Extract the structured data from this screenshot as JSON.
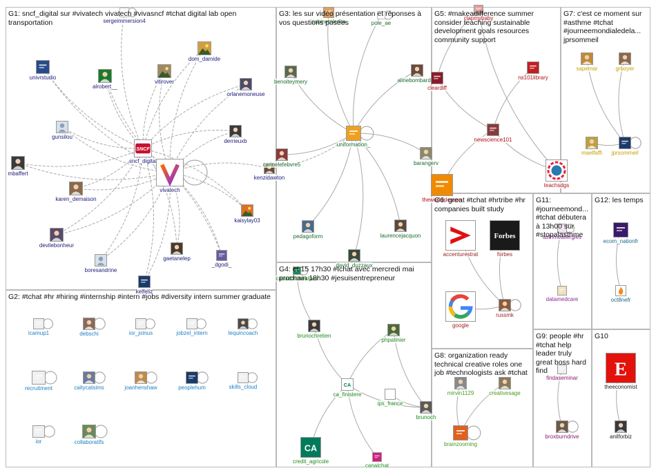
{
  "groups": [
    {
      "id": "G1",
      "title": "G1: sncf_digital sur #vivatech vivatech #vivasncf #tchat digital lab open transportation",
      "color": "#1a1a7a"
    },
    {
      "id": "G2",
      "title": "G2: #tchat #hr #hiring #internship #intern #jobs #diversity intern summer graduate",
      "color": "#1e7fc4"
    },
    {
      "id": "G3",
      "title": "G3: les sur vidéo présentation et réponses à vos questions posées",
      "color": "#1a6b2a"
    },
    {
      "id": "G4",
      "title": "G4: et 15 17h30 #tchat avec mercredi mai prochain 18h30 #jesuisentrepreneur",
      "color": "#1f8a1f"
    },
    {
      "id": "G5",
      "title": "G5: #makeadifference summer consider teaching sustainable development goals resources community support",
      "color": "#b0101a"
    },
    {
      "id": "G6",
      "title": "G6: great #tchat #hrtribe #hr companies built study",
      "color": "#9a1c1c"
    },
    {
      "id": "G7",
      "title": "G7: c'est ce moment sur #asthme #tchat #journeemondialedela... jprsommeil",
      "color": "#c7a000"
    },
    {
      "id": "G8",
      "title": "G8: organization ready technical creative roles one job #technologists ask #tchat",
      "color": "#4a9a1a"
    },
    {
      "id": "G9",
      "title": "G9: people #hr #tchat help leader truly great boss hard find",
      "color": "#8a1a6a"
    },
    {
      "id": "G10",
      "title": "G10",
      "color": "#222222"
    },
    {
      "id": "G11",
      "title": "G11: #journeemond... #tchat débutera à 13h00 sur #stopalasthme",
      "color": "#8a2a9a"
    },
    {
      "id": "G12",
      "title": "G12: les temps",
      "color": "#1a6a8a"
    }
  ],
  "nodes": [
    {
      "id": "sergeimmersion4",
      "label": "sergeimmersion4",
      "group": "G1",
      "icon": "ring-icon",
      "color": "#7a8aa0"
    },
    {
      "id": "univrstudio",
      "label": "univrstudio",
      "group": "G1",
      "icon": "logo-icon",
      "color": "#2a4a8a"
    },
    {
      "id": "alrobert__",
      "label": "alrobert__",
      "group": "G1",
      "icon": "person-icon",
      "color": "#1a7a2a"
    },
    {
      "id": "vitirover",
      "label": "vitirover",
      "group": "G1",
      "icon": "photo-icon",
      "color": "#a08a60"
    },
    {
      "id": "dom_damide",
      "label": "dom_damide",
      "group": "G1",
      "icon": "photo-icon",
      "color": "#d0a040"
    },
    {
      "id": "orlanemoneuse",
      "label": "orlanemoneuse",
      "group": "G1",
      "icon": "person-icon",
      "color": "#4a4a6a"
    },
    {
      "id": "gunsilou",
      "label": "gunsilou",
      "group": "G1",
      "icon": "default-avatar-icon",
      "color": "#8aa0b8"
    },
    {
      "id": "derrieuxb",
      "label": "derrieuxb",
      "group": "G1",
      "icon": "person-icon",
      "color": "#3a3a3a"
    },
    {
      "id": "sncf_digital",
      "label": "sncf_digital",
      "group": "G1",
      "icon": "sncf-logo-icon",
      "color": "#c8102e"
    },
    {
      "id": "vivatech",
      "label": "vivatech",
      "group": "G1",
      "icon": "vivatech-logo-icon",
      "color": "#8a2be2"
    },
    {
      "id": "mbaffert",
      "label": "mbaffert",
      "group": "G1",
      "icon": "person-icon",
      "color": "#3a3a3a"
    },
    {
      "id": "kenzidawton",
      "label": "kenzidawton",
      "group": "G1",
      "icon": "person-icon",
      "color": "#6a4a3a"
    },
    {
      "id": "karen_demaison",
      "label": "karen_demaison",
      "group": "G1",
      "icon": "person-icon",
      "color": "#8a6a4a"
    },
    {
      "id": "kaisylay03",
      "label": "kaisylay03",
      "group": "G1",
      "icon": "photo-icon",
      "color": "#e07020"
    },
    {
      "id": "devilebonheur",
      "label": "devilebonheur",
      "group": "G1",
      "icon": "person-icon",
      "color": "#5a4a6a"
    },
    {
      "id": "gaetanelep",
      "label": "gaetanelep",
      "group": "G1",
      "icon": "person-icon",
      "color": "#4a3a2a"
    },
    {
      "id": "boresandrine",
      "label": "boresandrine",
      "group": "G1",
      "icon": "default-avatar-icon",
      "color": "#8aa0b8"
    },
    {
      "id": "_dgodi_",
      "label": "_dgodi_",
      "group": "G1",
      "icon": "logo-icon",
      "color": "#6a5aa0"
    },
    {
      "id": "kelfeliz",
      "label": "kelfeliz",
      "group": "G1",
      "icon": "logo-icon",
      "color": "#1a3a6a"
    },
    {
      "id": "cabinetplenita",
      "label": "cabinetplenita",
      "group": "G3",
      "icon": "logo-icon",
      "color": "#e0a060"
    },
    {
      "id": "pole_ae",
      "label": "pole_ae",
      "group": "G3",
      "icon": "ring-icon",
      "color": "#8a8a8a"
    },
    {
      "id": "benoiteymery",
      "label": "benoiteymery",
      "group": "G3",
      "icon": "person-icon",
      "color": "#5a6a4a"
    },
    {
      "id": "alinebombardier",
      "label": "alinebombardier",
      "group": "G3",
      "icon": "person-icon",
      "color": "#6a4a3a"
    },
    {
      "id": "uniformation_",
      "label": "uniformation_",
      "group": "G3",
      "icon": "logo-icon",
      "color": "#f0a020"
    },
    {
      "id": "carinelefebvre5",
      "label": "carinelefebvre5",
      "group": "G3",
      "icon": "person-icon",
      "color": "#8a3a3a"
    },
    {
      "id": "barangerv",
      "label": "barangerv",
      "group": "G3",
      "icon": "person-icon",
      "color": "#8a8a6a"
    },
    {
      "id": "pedagoform",
      "label": "pedagoform",
      "group": "G3",
      "icon": "person-icon",
      "color": "#4a6a8a"
    },
    {
      "id": "laurencejacquon",
      "label": "laurencejacquon",
      "group": "G3",
      "icon": "person-icon",
      "color": "#5a4a3a"
    },
    {
      "id": "davidduzzaux",
      "label": "david_duzzaux",
      "group": "G3",
      "icon": "person-icon",
      "color": "#3a4a3a"
    },
    {
      "id": "casudrhonealpes",
      "label": "casudrhonealpes",
      "group": "G4",
      "icon": "logo-icon",
      "color": "#1a8a5a"
    },
    {
      "id": "brunochretien",
      "label": "brunochretien",
      "group": "G4",
      "icon": "person-icon",
      "color": "#3a3a3a"
    },
    {
      "id": "phpatinier",
      "label": "phpatinier",
      "group": "G4",
      "icon": "person-icon",
      "color": "#4a6a3a"
    },
    {
      "id": "ca_finistere",
      "label": "ca_finistere",
      "group": "G4",
      "icon": "ca-logo-icon",
      "color": "#ffffff"
    },
    {
      "id": "ips_france",
      "label": "ips_france",
      "group": "G4",
      "icon": "logo-icon",
      "color": "#ffffff"
    },
    {
      "id": "brunoch",
      "label": "brunoch",
      "group": "G4",
      "icon": "person-icon",
      "color": "#5a5a5a"
    },
    {
      "id": "credit_agricole",
      "label": "credit_agricole",
      "group": "G4",
      "icon": "ca-logo-icon",
      "color": "#007a5a"
    },
    {
      "id": "canalchat",
      "label": "canalchat",
      "group": "G4",
      "icon": "logo-icon",
      "color": "#d02080"
    },
    {
      "id": "clapmybaby",
      "label": "clapmybaby",
      "group": "G5",
      "icon": "logo-icon",
      "color": "#e0a0a0"
    },
    {
      "id": "cleardiff",
      "label": "cleardiff",
      "group": "G5",
      "icon": "logo-icon",
      "color": "#8a1a2a"
    },
    {
      "id": "ns101library",
      "label": "ns101library",
      "group": "G5",
      "icon": "logo-icon",
      "color": "#c02020"
    },
    {
      "id": "newscience101",
      "label": "newscience101",
      "group": "G5",
      "icon": "logo-icon",
      "color": "#8a3a3a"
    },
    {
      "id": "teachsdgs",
      "label": "teachsdgs",
      "group": "G5",
      "icon": "sdg-logo-icon",
      "color": "#2a7ab0"
    },
    {
      "id": "theworldslesson",
      "label": "theworldslesson",
      "group": "G5",
      "icon": "logo-icon",
      "color": "#f08a00"
    },
    {
      "id": "accenturestrat",
      "label": "accenturestrat",
      "group": "G6",
      "icon": "accenture-logo-icon",
      "color": "#e01010"
    },
    {
      "id": "forbes",
      "label": "forbes",
      "group": "G6",
      "icon": "forbes-logo-icon",
      "color": "#1a1a1a"
    },
    {
      "id": "google",
      "label": "google",
      "group": "G6",
      "icon": "google-logo-icon",
      "color": "#ffffff"
    },
    {
      "id": "russmk",
      "label": "russmk",
      "group": "G6",
      "icon": "person-icon",
      "color": "#8a5a3a"
    },
    {
      "id": "sapemar",
      "label": "sapemar",
      "group": "G7",
      "icon": "person-icon",
      "color": "#c08a3a"
    },
    {
      "id": "grboyer",
      "label": "grboyer",
      "group": "G7",
      "icon": "person-icon",
      "color": "#8a6a4a"
    },
    {
      "id": "maelfaffi",
      "label": "maelfaffi",
      "group": "G7",
      "icon": "person-icon",
      "color": "#c0a040"
    },
    {
      "id": "jprsommeil",
      "label": "jprsommeil",
      "group": "G7",
      "icon": "logo-icon",
      "color": "#1a3a6a"
    },
    {
      "id": "mirvin1129",
      "label": "mirvin1129",
      "group": "G8",
      "icon": "person-icon",
      "color": "#8a8a8a"
    },
    {
      "id": "creativesage",
      "label": "creativesage",
      "group": "G8",
      "icon": "person-icon",
      "color": "#8a7a5a"
    },
    {
      "id": "brainzooming",
      "label": "brainzooming",
      "group": "G8",
      "icon": "logo-icon",
      "color": "#e06020"
    },
    {
      "id": "findaseminar",
      "label": "findaseminar",
      "group": "G9",
      "icon": "logo-icon",
      "color": "#f0f0f0"
    },
    {
      "id": "broxburndrive",
      "label": "broxburndrive",
      "group": "G9",
      "icon": "person-icon",
      "color": "#6a5a4a"
    },
    {
      "id": "theeconomist",
      "label": "theeconomist",
      "group": "G10",
      "icon": "economist-logo-icon",
      "color": "#e3120b"
    },
    {
      "id": "anilforbiz",
      "label": "anilforbiz",
      "group": "G10",
      "icon": "person-icon",
      "color": "#3a3a3a"
    },
    {
      "id": "asthmeallergies",
      "label": "asthmeallergies",
      "group": "G11",
      "icon": "logo-icon",
      "color": "#f0e0f0"
    },
    {
      "id": "datamedcare",
      "label": "datamedcare",
      "group": "G11",
      "icon": "logo-icon",
      "color": "#f0e0c0"
    },
    {
      "id": "ecom_nationfr",
      "label": "ecom_nationfr",
      "group": "G12",
      "icon": "logo-icon",
      "color": "#3a1a6a"
    },
    {
      "id": "oct8nefr",
      "label": "oct8nefr",
      "group": "G12",
      "icon": "flame-logo-icon",
      "color": "#f08a20"
    },
    {
      "id": "icamup1",
      "label": "icamup1",
      "group": "G2",
      "icon": "logo-icon",
      "color": "#f0f0f0"
    },
    {
      "id": "debschi",
      "label": "debschi",
      "group": "G2",
      "icon": "person-icon",
      "color": "#8a6a5a"
    },
    {
      "id": "ior_joinus",
      "label": "ior_joinus",
      "group": "G2",
      "icon": "logo-icon",
      "color": "#f0f0f0"
    },
    {
      "id": "jobzel_intern",
      "label": "jobzel_intern",
      "group": "G2",
      "icon": "logo-icon",
      "color": "#f0f0f0"
    },
    {
      "id": "lequincoach",
      "label": "lequincoach",
      "group": "G2",
      "icon": "person-icon",
      "color": "#4a4a4a"
    },
    {
      "id": "recruitment",
      "label": "recruitment",
      "group": "G2",
      "icon": "logo-icon",
      "color": "#f0f0f0"
    },
    {
      "id": "caitycatsims",
      "label": "caitycatsims",
      "group": "G2",
      "icon": "person-icon",
      "color": "#6a7a9a"
    },
    {
      "id": "joanhenshaw",
      "label": "joanhenshaw",
      "group": "G2",
      "icon": "person-icon",
      "color": "#c08a4a"
    },
    {
      "id": "peoplehum",
      "label": "peoplehum",
      "group": "G2",
      "icon": "logo-icon",
      "color": "#1a3a6a"
    },
    {
      "id": "skills_cloud",
      "label": "skills_cloud",
      "group": "G2",
      "icon": "logo-icon",
      "color": "#f0f0f0"
    },
    {
      "id": "ior",
      "label": "ior",
      "group": "G2",
      "icon": "logo-icon",
      "color": "#f0f0f0"
    },
    {
      "id": "collaboratifs",
      "label": "collaboratifs",
      "group": "G2",
      "icon": "person-icon",
      "color": "#6a8a5a"
    }
  ],
  "edges": [
    [
      "univrstudio",
      "sncf_digital"
    ],
    [
      "alrobert__",
      "sncf_digital"
    ],
    [
      "vitirover",
      "sncf_digital"
    ],
    [
      "dom_damide",
      "sncf_digital"
    ],
    [
      "orlanemoneuse",
      "sncf_digital"
    ],
    [
      "derrieuxb",
      "sncf_digital"
    ],
    [
      "gunsilou",
      "sncf_digital"
    ],
    [
      "mbaffert",
      "sncf_digital"
    ],
    [
      "karen_demaison",
      "sncf_digital"
    ],
    [
      "kaisylay03",
      "sncf_digital"
    ],
    [
      "devilebonheur",
      "sncf_digital"
    ],
    [
      "gaetanelep",
      "sncf_digital"
    ],
    [
      "boresandrine",
      "sncf_digital"
    ],
    [
      "_dgodi_",
      "sncf_digital"
    ],
    [
      "kelfeliz",
      "sncf_digital"
    ],
    [
      "sergeimmersion4",
      "sncf_digital"
    ],
    [
      "univrstudio",
      "vivatech"
    ],
    [
      "alrobert__",
      "vivatech"
    ],
    [
      "vitirover",
      "vivatech"
    ],
    [
      "dom_damide",
      "vivatech"
    ],
    [
      "orlanemoneuse",
      "vivatech"
    ],
    [
      "derrieuxb",
      "vivatech"
    ],
    [
      "gunsilou",
      "vivatech"
    ],
    [
      "mbaffert",
      "vivatech"
    ],
    [
      "karen_demaison",
      "vivatech"
    ],
    [
      "kaisylay03",
      "vivatech"
    ],
    [
      "devilebonheur",
      "vivatech"
    ],
    [
      "gaetanelep",
      "vivatech"
    ],
    [
      "boresandrine",
      "vivatech"
    ],
    [
      "_dgodi_",
      "vivatech"
    ],
    [
      "kelfeliz",
      "vivatech"
    ],
    [
      "kenzidawton",
      "vivatech"
    ],
    [
      "sncf_digital",
      "vivatech"
    ],
    [
      "cabinetplenita",
      "uniformation_"
    ],
    [
      "pole_ae",
      "uniformation_"
    ],
    [
      "benoiteymery",
      "uniformation_"
    ],
    [
      "alinebombardier",
      "uniformation_"
    ],
    [
      "carinelefebvre5",
      "uniformation_"
    ],
    [
      "barangerv",
      "uniformation_"
    ],
    [
      "pedagoform",
      "uniformation_"
    ],
    [
      "laurencejacquon",
      "uniformation_"
    ],
    [
      "davidduzzaux",
      "uniformation_"
    ],
    [
      "kenzidawton",
      "uniformation_"
    ],
    [
      "casudrhonealpes",
      "brunochretien"
    ],
    [
      "brunochretien",
      "ca_finistere"
    ],
    [
      "phpatinier",
      "ca_finistere"
    ],
    [
      "ca_finistere",
      "credit_agricole"
    ],
    [
      "ca_finistere",
      "canalchat"
    ],
    [
      "ips_france",
      "brunoch"
    ],
    [
      "ca_finistere",
      "brunoch"
    ],
    [
      "phpatinier",
      "brunoch"
    ],
    [
      "clapmybaby",
      "cleardiff"
    ],
    [
      "ns101library",
      "newscience101"
    ],
    [
      "cleardiff",
      "newscience101"
    ],
    [
      "newscience101",
      "teachsdgs"
    ],
    [
      "newscience101",
      "theworldslesson"
    ],
    [
      "clapmybaby",
      "teachsdgs"
    ],
    [
      "accenturestrat",
      "russmk"
    ],
    [
      "forbes",
      "russmk"
    ],
    [
      "google",
      "russmk"
    ],
    [
      "sapemar",
      "jprsommeil"
    ],
    [
      "grboyer",
      "jprsommeil"
    ],
    [
      "maelfaffi",
      "jprsommeil"
    ],
    [
      "mirvin1129",
      "brainzooming"
    ],
    [
      "creativesage",
      "brainzooming"
    ],
    [
      "findaseminar",
      "broxburndrive"
    ],
    [
      "asthmeallergies",
      "datamedcare"
    ],
    [
      "ecom_nationfr",
      "oct8nefr"
    ],
    [
      "theeconomist",
      "anilforbiz"
    ],
    [
      "icamup1",
      "icamup1"
    ],
    [
      "debschi",
      "debschi"
    ]
  ],
  "self_loops": [
    "sergeimmersion4",
    "pole_ae",
    "uniformation_",
    "vivatech",
    "russmk",
    "jprsommeil",
    "brainzooming",
    "broxburndrive",
    "icamup1",
    "debschi",
    "ior_joinus",
    "jobzel_intern",
    "lequincoach",
    "recruitment",
    "caitycatsims",
    "joanhenshaw",
    "peoplehum",
    "skills_cloud",
    "ior",
    "collaboratifs",
    "asthmeallergies",
    "casudrhonealpes"
  ]
}
